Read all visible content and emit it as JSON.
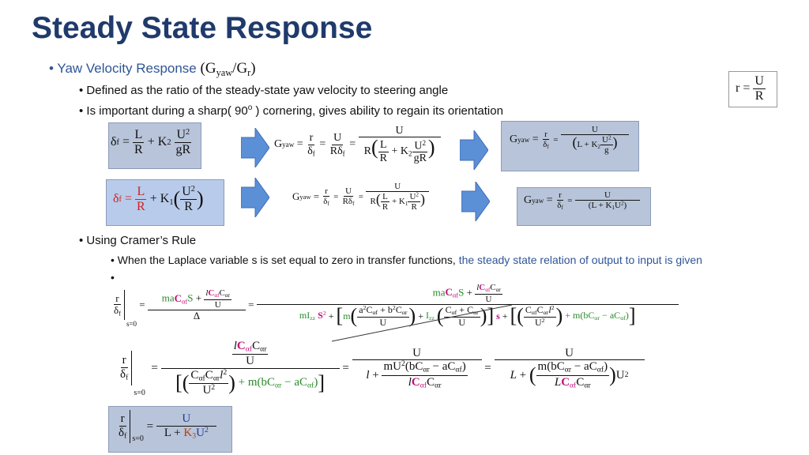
{
  "title": "Steady State Response",
  "bullets": {
    "yaw": "Yaw Velocity Response",
    "defined": "Defined as the ratio of the steady-state yaw velocity to steering angle",
    "important_pre": "Is important during a sharp( 90",
    "important_sup": "o",
    "important_post": " ) cornering, gives ability to regain its orientation",
    "cramer": "Using Cramer’s Rule",
    "laplace": "When the Laplace variable s is set equal to zero in transfer functions, ",
    "laplace_blue": "the steady state relation of output to input is given",
    "dot": "•"
  },
  "sym": {
    "G": "G",
    "yaw": "yaw",
    "r_sub": "r",
    "slash": "/",
    "r": "r",
    "U": "U",
    "R": "R",
    "delta": "δ",
    "f": "f",
    "L": "L",
    "K": "K",
    "two": "2",
    "one": "1",
    "three": "3",
    "gR": "gR",
    "g": "g",
    "eq": "=",
    "plus": "+",
    "minus": "−",
    "Rdf": "Rδ",
    "s0": "s=0",
    "Delta": "Δ",
    "lp": "(",
    "rp": ")",
    "lb": "[",
    "rb": "]",
    "m": "m",
    "ma": "ma",
    "Caf": "C",
    "af": "αf",
    "ar": "αr",
    "s": "s",
    "S": "S",
    "I": "I",
    "zz": "zz",
    "l": "l",
    "a": "a",
    "b": "b",
    "mU": "mU",
    "bC": "bC",
    "aC": "aC",
    "mb": "m(bC",
    "LC": "L",
    "UU": "U"
  }
}
